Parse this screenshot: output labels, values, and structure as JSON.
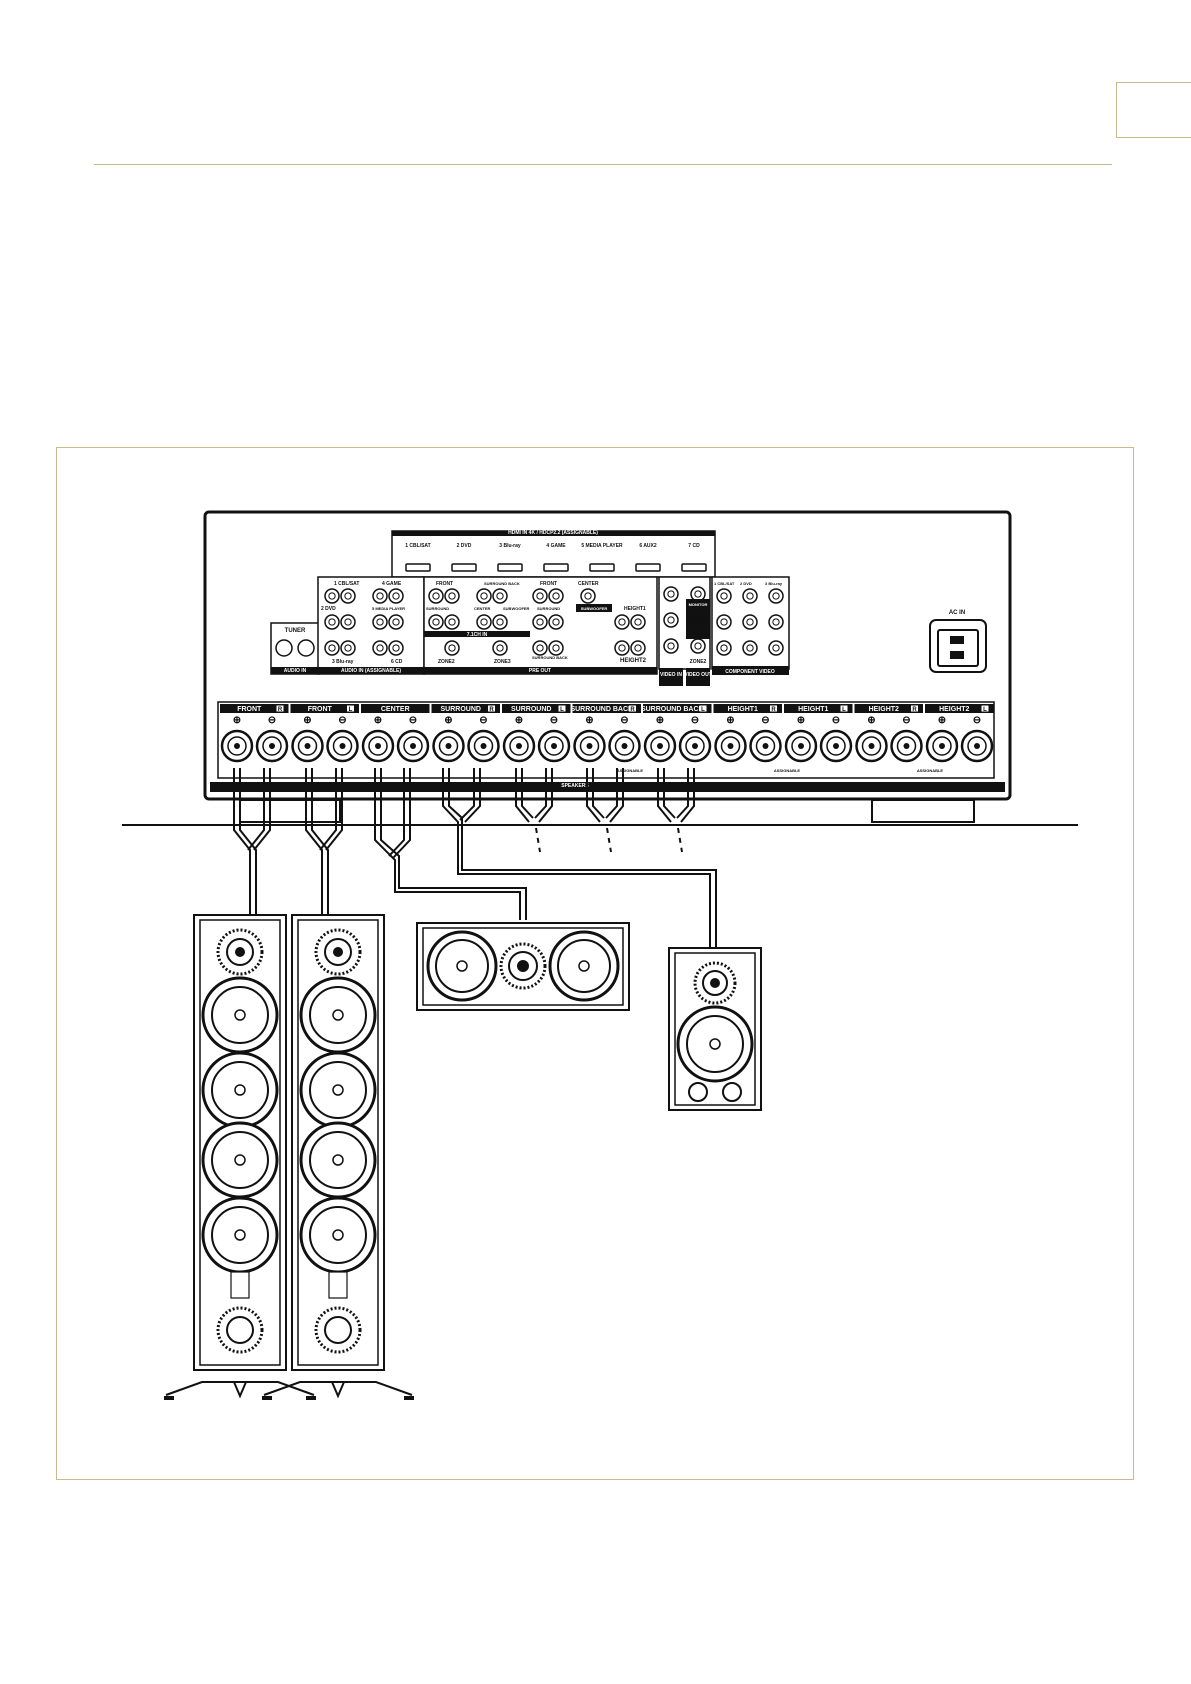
{
  "receiver": {
    "hdmi_header": "HDMI IN 4K / HDCP2.2 (ASSIGNABLE)",
    "hdmi_inputs": [
      "1 CBL/SAT",
      "2 DVD",
      "3 Blu-ray",
      "4 GAME",
      "5 MEDIA PLAYER",
      "6 AUX2",
      "7 CD"
    ],
    "tuner_label": "TUNER",
    "audio_in_left": "AUDIO IN",
    "audio_in_right": "AUDIO IN (ASSIGNABLE)",
    "audio_in_labels": [
      "1 CBL/SAT",
      "4 GAME",
      "2 DVD",
      "5 MEDIA PLAYER",
      "3 Blu-ray",
      "6 CD"
    ],
    "ch71_label": "7.1CH IN",
    "preout_label": "PRE OUT",
    "preout_labels": [
      "FRONT",
      "SURROUND BACK",
      "FRONT",
      "CENTER",
      "SURROUND",
      "CENTER",
      "SUBWOOFER",
      "SURROUND",
      "SUBWOOFER",
      "HEIGHT1",
      "HEIGHT2",
      "ZONE2",
      "ZONE3",
      "SURROUND BACK"
    ],
    "video_out_label": "VIDEO OUT",
    "video_in_label": "VIDEO IN",
    "zone2_label": "ZONE2",
    "monitor_label": "MONITOR",
    "component_label": "COMPONENT VIDEO",
    "component_inputs": [
      "1 CBL/SAT",
      "2 DVD",
      "3 Blu-ray"
    ],
    "ac_in_label": "AC IN",
    "speakers_label": "SPEAKERS",
    "assignable_label": "ASSIGNABLE",
    "speaker_terminals": [
      {
        "label": "FRONT",
        "side": "R"
      },
      {
        "label": "FRONT",
        "side": "L"
      },
      {
        "label": "CENTER",
        "side": ""
      },
      {
        "label": "SURROUND",
        "side": "R"
      },
      {
        "label": "SURROUND",
        "side": "L"
      },
      {
        "label": "SURROUND BACK",
        "side": "R"
      },
      {
        "label": "SURROUND BACK",
        "side": "L"
      },
      {
        "label": "HEIGHT1",
        "side": "R"
      },
      {
        "label": "HEIGHT1",
        "side": "L"
      },
      {
        "label": "HEIGHT2",
        "side": "R"
      },
      {
        "label": "HEIGHT2",
        "side": "L"
      }
    ],
    "plus_symbol": "⊕",
    "minus_symbol": "⊖"
  }
}
